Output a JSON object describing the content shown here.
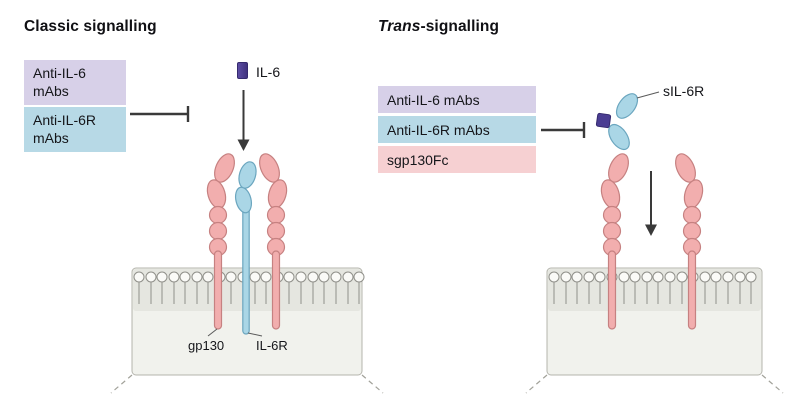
{
  "classic": {
    "title": "Classic signalling",
    "boxes": [
      {
        "line1": "Anti-IL-6",
        "line2": "mAbs"
      },
      {
        "line1": "Anti-IL-6R",
        "line2": "mAbs"
      }
    ],
    "ligand": "IL-6",
    "receptor_label_gp130": "gp130",
    "receptor_label_il6r": "IL-6R"
  },
  "trans": {
    "title_em": "Trans",
    "title_rest": "-signalling",
    "boxes": [
      {
        "label": "Anti-IL-6 mAbs"
      },
      {
        "label": "Anti-IL-6R mAbs"
      },
      {
        "label": "sgp130Fc"
      }
    ],
    "ligand": "sIL-6R"
  },
  "colors": {
    "lavender_box": "#d7d0e8",
    "blue_box": "#b7d9e6",
    "pink_box": "#f6d0d2",
    "receptor_pink": "#f2aeae",
    "receptor_pink_stroke": "#c68181",
    "receptor_blue": "#aad6e6",
    "receptor_blue_stroke": "#6ba6bf",
    "il6_purple": "#4a3d92",
    "membrane_fill": "#f1f2ed",
    "membrane_band": "#e5e6e0",
    "membrane_stroke": "#b4b4ac",
    "arrow": "#3a3a3a"
  }
}
